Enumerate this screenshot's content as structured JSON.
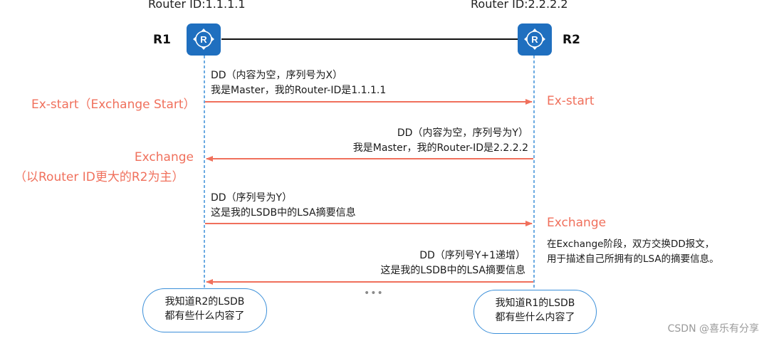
{
  "routers": {
    "r1": {
      "id_label": "Router ID:1.1.1.1",
      "name": "R1",
      "icon": "router-icon",
      "icon_color": "#1f6fbf"
    },
    "r2": {
      "id_label": "Router ID:2.2.2.2",
      "name": "R2",
      "icon": "router-icon",
      "icon_color": "#1f6fbf"
    }
  },
  "messages": [
    {
      "line1": "DD（内容为空，序列号为X）",
      "line2": "我是Master，我的Router-ID是1.1.1.1",
      "direction": "R1→R2"
    },
    {
      "line1": "DD（内容为空，序列号为Y）",
      "line2": "我是Master，我的Router-ID是2.2.2.2",
      "direction": "R2→R1"
    },
    {
      "line1": "DD（序列号为Y）",
      "line2": "这是我的LSDB中的LSA摘要信息",
      "direction": "R1→R2"
    },
    {
      "line1": "DD（序列号Y+1递增）",
      "line2": "这是我的LSDB中的LSA摘要信息",
      "direction": "R2→R1"
    }
  ],
  "states": {
    "r1_exstart": "Ex-start（Exchange Start）",
    "r2_exstart": "Ex-start",
    "r1_exchange": "Exchange",
    "r1_exchange_note": "（以Router ID更大的R2为主）",
    "r2_exchange": "Exchange"
  },
  "exchange_note": {
    "line1": "在Exchange阶段，双方交换DD报文，",
    "line2": "用于描述自己所拥有的LSA的摘要信息。"
  },
  "ellipsis": "•••",
  "bubbles": {
    "r1": {
      "line1": "我知道R2的LSDB",
      "line2": "都有些什么内容了"
    },
    "r2": {
      "line1": "我知道R1的LSDB",
      "line2": "都有些什么内容了"
    }
  },
  "watermark": "CSDN @喜乐有分享",
  "colors": {
    "arrow": "#f0705c",
    "state_text": "#f0705c",
    "timeline": "#3b8fd9",
    "link": "#111111"
  }
}
